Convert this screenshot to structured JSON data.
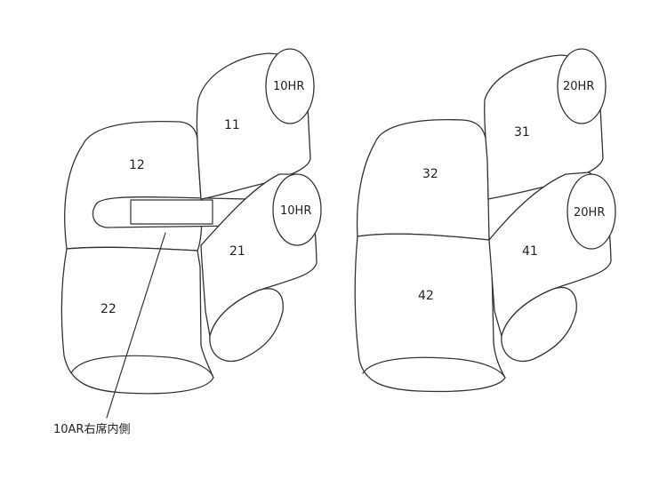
{
  "diagram": {
    "left_set": {
      "labels": {
        "p12": "12",
        "p11": "11",
        "p21": "21",
        "p22": "22",
        "hr_upper": "10HR",
        "hr_lower": "10HR"
      },
      "callout": "10AR右席内側"
    },
    "right_set": {
      "labels": {
        "p32": "32",
        "p31": "31",
        "p41": "41",
        "p42": "42",
        "hr_upper": "20HR",
        "hr_lower": "20HR"
      }
    }
  }
}
